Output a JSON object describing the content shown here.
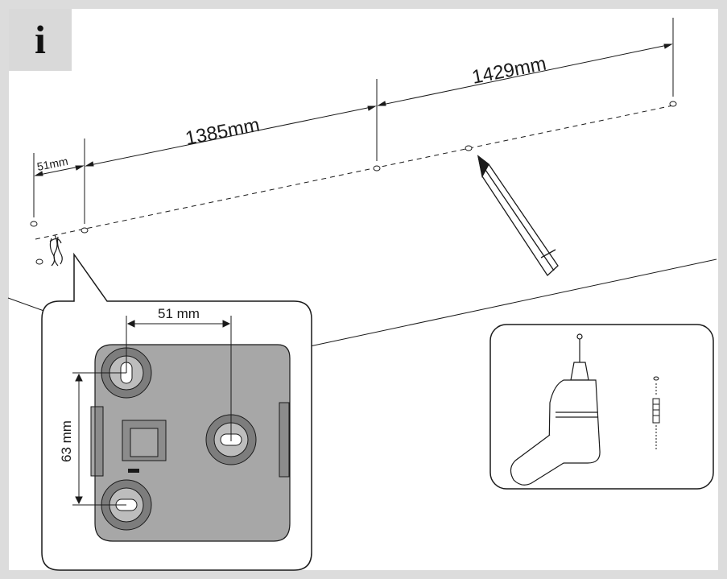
{
  "info_icon": {
    "glyph": "i"
  },
  "measurements": {
    "gap_small": "51mm",
    "gap_first": "1385mm",
    "gap_second": "1429mm",
    "plate_horizontal": "51 mm",
    "plate_vertical": "63 mm"
  },
  "icons": {
    "info": "info-icon",
    "cable": "cable-icon",
    "pencil": "pencil-icon",
    "drill": "drill-icon",
    "wall_plug": "wall-plug-screw-icon",
    "mounting_plate": "mounting-plate-icon"
  },
  "colors": {
    "frame_border": "#dcdcdc",
    "info_tab": "#d9d9d9",
    "plate_fill": "#a7a7a7",
    "plate_dark": "#7d7d7d",
    "line": "#1a1a1a"
  }
}
